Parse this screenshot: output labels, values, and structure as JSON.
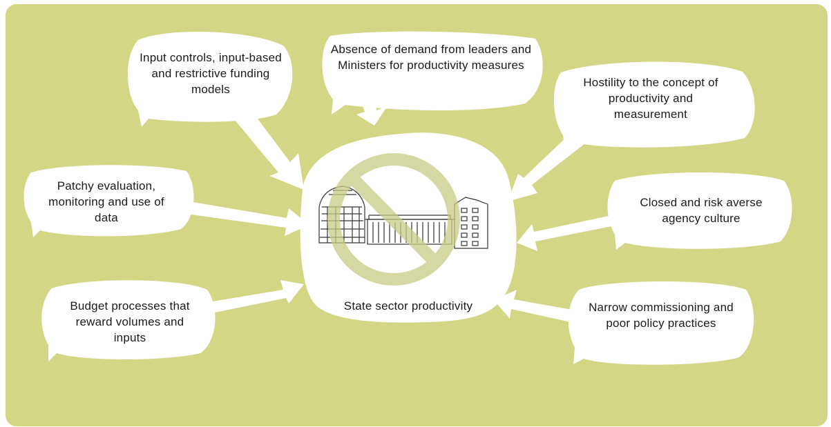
{
  "center": {
    "label": "State sector productivity",
    "icon": "no-symbol-over-government-buildings"
  },
  "barriers": [
    {
      "id": "input-controls",
      "text": "Input controls, input-based and restrictive funding models"
    },
    {
      "id": "absence-of-demand",
      "text": "Absence of demand from leaders and Ministers for productivity measures"
    },
    {
      "id": "hostility",
      "text": "Hostility to the concept of productivity and measurement"
    },
    {
      "id": "patchy-evaluation",
      "text": "Patchy evaluation, monitoring and use of data"
    },
    {
      "id": "closed-culture",
      "text": "Closed and risk averse agency culture"
    },
    {
      "id": "budget-processes",
      "text": "Budget processes that reward volumes and inputs"
    },
    {
      "id": "narrow-commissioning",
      "text": "Narrow commissioning and poor policy practices"
    }
  ],
  "colors": {
    "background": "#d3d685",
    "bubble": "#ffffff",
    "prohibition": "#c9cc85",
    "text": "#1a1a1a"
  }
}
